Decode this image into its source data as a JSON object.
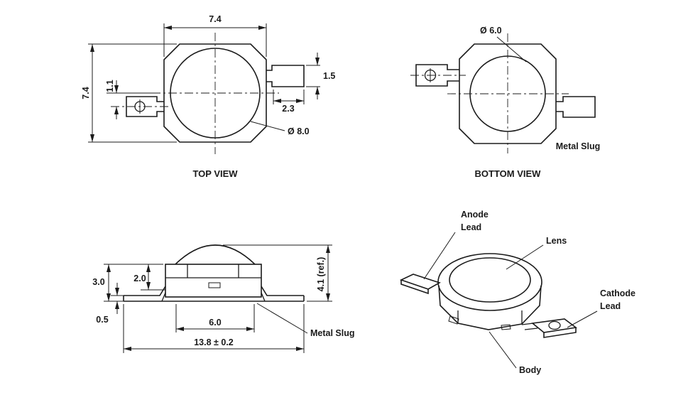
{
  "colors": {
    "line": "#1b1b1b",
    "text": "#1a1a1a",
    "background": "#ffffff"
  },
  "top_view": {
    "title": "TOP VIEW",
    "dim_width": "7.4",
    "dim_height": "7.4",
    "dim_lead_offset": "1.1",
    "dim_lead_width": "1.5",
    "dim_lead_length": "2.3",
    "dim_lens_diameter": "Ø 8.0"
  },
  "bottom_view": {
    "title": "BOTTOM VIEW",
    "dim_slug_diameter": "Ø 6.0",
    "label_metal_slug": "Metal Slug"
  },
  "side_view": {
    "dim_body_height": "3.0",
    "dim_inner_height": "2.0",
    "dim_lead_thickness": "0.5",
    "dim_slug_width": "6.0",
    "dim_total_width": "13.8 ± 0.2",
    "dim_total_height": "4.1 (ref.)",
    "label_metal_slug": "Metal Slug"
  },
  "iso_view": {
    "label_anode_line1": "Anode",
    "label_anode_line2": "Lead",
    "label_lens": "Lens",
    "label_cathode_line1": "Cathode",
    "label_cathode_line2": "Lead",
    "label_body": "Body"
  }
}
